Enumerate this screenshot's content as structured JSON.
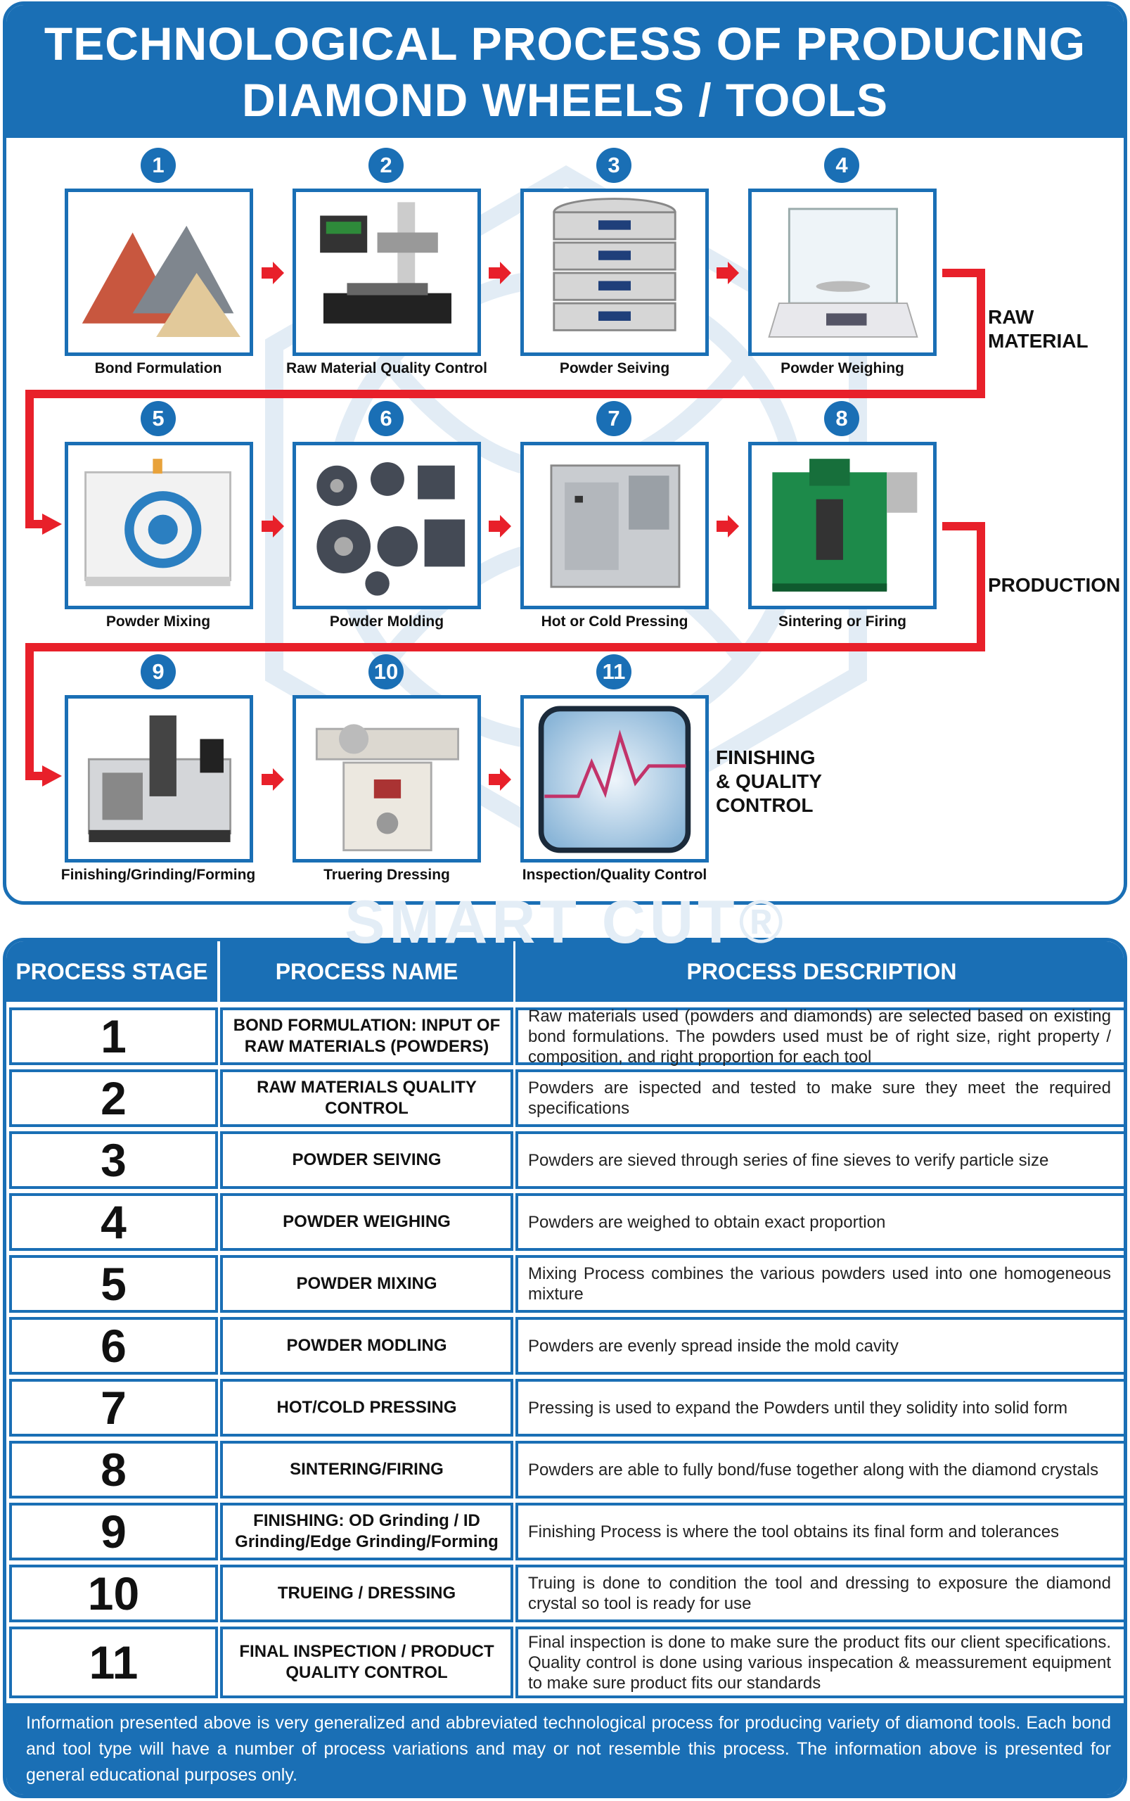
{
  "header": {
    "title_line1": "TECHNOLOGICAL PROCESS OF PRODUCING",
    "title_line2": "DIAMOND WHEELS / TOOLS"
  },
  "steps": [
    {
      "number": "1",
      "label": "Bond Formulation"
    },
    {
      "number": "2",
      "label": "Raw Material Quality Control"
    },
    {
      "number": "3",
      "label": "Powder Seiving"
    },
    {
      "number": "4",
      "label": "Powder Weighing"
    },
    {
      "number": "5",
      "label": "Powder Mixing"
    },
    {
      "number": "6",
      "label": "Powder Molding"
    },
    {
      "number": "7",
      "label": "Hot or Cold Pressing"
    },
    {
      "number": "8",
      "label": "Sintering or Firing"
    },
    {
      "number": "9",
      "label": "Finishing/Grinding/Forming"
    },
    {
      "number": "10",
      "label": "Truering Dressing"
    },
    {
      "number": "11",
      "label": "Inspection/Quality Control"
    }
  ],
  "groups": {
    "raw_line1": "RAW",
    "raw_line2": "MATERIAL",
    "production": "PRODUCTION",
    "finishing_line1": "FINISHING",
    "finishing_line2": "& QUALITY",
    "finishing_line3": "CONTROL"
  },
  "table": {
    "headers": {
      "stage": "PROCESS STAGE",
      "name": "PROCESS NAME",
      "description": "PROCESS DESCRIPTION"
    },
    "rows": [
      {
        "stage": "1",
        "name": "BOND FORMULATION: INPUT OF RAW MATERIALS (POWDERS)",
        "description": "Raw materials used (powders and diamonds) are selected based on existing bond formulations. The powders used must be of right size, right property / composition, and right proportion for each tool"
      },
      {
        "stage": "2",
        "name": "RAW MATERIALS QUALITY CONTROL",
        "description": "Powders are ispected and tested to make sure they meet the required specifications"
      },
      {
        "stage": "3",
        "name": "POWDER SEIVING",
        "description": "Powders are sieved through series of fine sieves to verify particle size"
      },
      {
        "stage": "4",
        "name": "POWDER WEIGHING",
        "description": "Powders are weighed to obtain exact proportion"
      },
      {
        "stage": "5",
        "name": "POWDER MIXING",
        "description": "Mixing Process combines the various powders used into one homogeneous mixture"
      },
      {
        "stage": "6",
        "name": "POWDER MODLING",
        "description": "Powders are evenly spread inside the mold cavity"
      },
      {
        "stage": "7",
        "name": "HOT/COLD PRESSING",
        "description": "Pressing is used to expand the Powders until they solidity into solid form"
      },
      {
        "stage": "8",
        "name": "SINTERING/FIRING",
        "description": "Powders are able to fully bond/fuse together along with the diamond crystals"
      },
      {
        "stage": "9",
        "name": "FINISHING: OD Grinding / ID Grinding/Edge Grinding/Forming",
        "description": "Finishing Process is where the tool obtains its final form and tolerances"
      },
      {
        "stage": "10",
        "name": "TRUEING / DRESSING",
        "description": "Truing is done to condition the tool and dressing to exposure the diamond crystal so tool is ready for use"
      },
      {
        "stage": "11",
        "name": "FINAL INSPECTION / PRODUCT QUALITY CONTROL",
        "description": "Final inspection is done to make sure the product fits our client specifications. Quality control is done using various inspecation & meassurement equipment to make sure product fits our standards"
      }
    ]
  },
  "footer": {
    "text": "Information presented above is very generalized and abbreviated technological process for producing variety of diamond tools. Each bond and tool type will have a number of process variations and may or not resemble this process. The information above is presented for general educational purposes only."
  },
  "watermark": {
    "text": "SMART CUT®"
  },
  "colors": {
    "primary_blue": "#1a6fb5",
    "arrow_red": "#e8202a",
    "text_dark": "#111111"
  }
}
